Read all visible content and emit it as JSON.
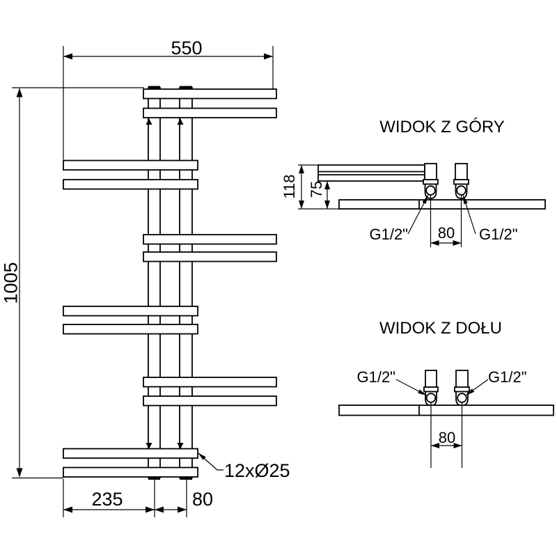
{
  "front_view": {
    "dim_width": "550",
    "dim_height": "1005",
    "dim_left_offset": "235",
    "dim_tube_spacing": "80",
    "tube_note": "12xØ25"
  },
  "top_view": {
    "title": "WIDOK Z GÓRY",
    "dim_depth_total": "118",
    "dim_depth_collector": "75",
    "dim_connection_spacing": "80",
    "fitting_left": "G1/2\"",
    "fitting_right": "G1/2\""
  },
  "bottom_view": {
    "title": "WIDOK Z DOŁU",
    "dim_connection_spacing": "80",
    "fitting_left": "G1/2\"",
    "fitting_right": "G1/2\""
  },
  "colors": {
    "line": "#000000",
    "background": "#ffffff"
  }
}
